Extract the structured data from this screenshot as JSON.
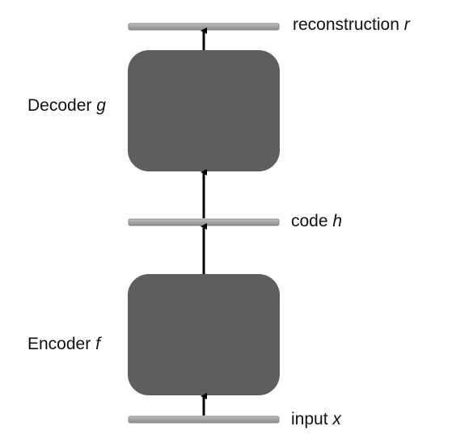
{
  "layers": {
    "reconstruction": {
      "text": "reconstruction",
      "var": "r"
    },
    "code": {
      "text": "code",
      "var": "h"
    },
    "input": {
      "text": "input",
      "var": "x"
    }
  },
  "blocks": {
    "decoder": {
      "text": "Decoder",
      "var": "g"
    },
    "encoder": {
      "text": "Encoder",
      "var": "f"
    }
  },
  "colors": {
    "block_fill": "#5e5e5e",
    "layer_fill": "#a9a9a9",
    "layer_stroke": "#8a8a8a",
    "arrow": "#000000"
  }
}
